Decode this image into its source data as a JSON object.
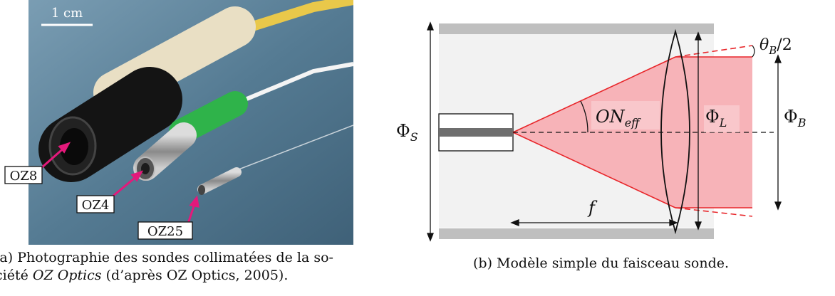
{
  "figure_a": {
    "scale_label": "1 cm",
    "labels": [
      "OZ8",
      "OZ4",
      "OZ25"
    ],
    "caption_line1": "(a) Photographie des sondes collimatées de la so-",
    "caption_line2_prefix": "ciété ",
    "caption_line2_italic": "OZ Optics",
    "caption_line2_suffix": " (d’après OZ Optics, 2005)."
  },
  "figure_b": {
    "labels": {
      "phi_s": "Φ",
      "phi_s_sub": "S",
      "on": "ON",
      "on_sub": "eff",
      "phi_l": "Φ",
      "phi_l_sub": "L",
      "phi_b": "Φ",
      "phi_b_sub": "B",
      "theta": "θ",
      "theta_sub": "B",
      "theta_suffix": "/2",
      "f": "f"
    },
    "caption": "(b) Modèle simple du faisceau sonde."
  },
  "colors": {
    "beam_red": "#e8262a",
    "beam_fill": "#f7b3b8",
    "wall_gray": "#bfbfbf",
    "background_panel": "#f2f2f2",
    "probe_core": "#6e6e6e"
  }
}
